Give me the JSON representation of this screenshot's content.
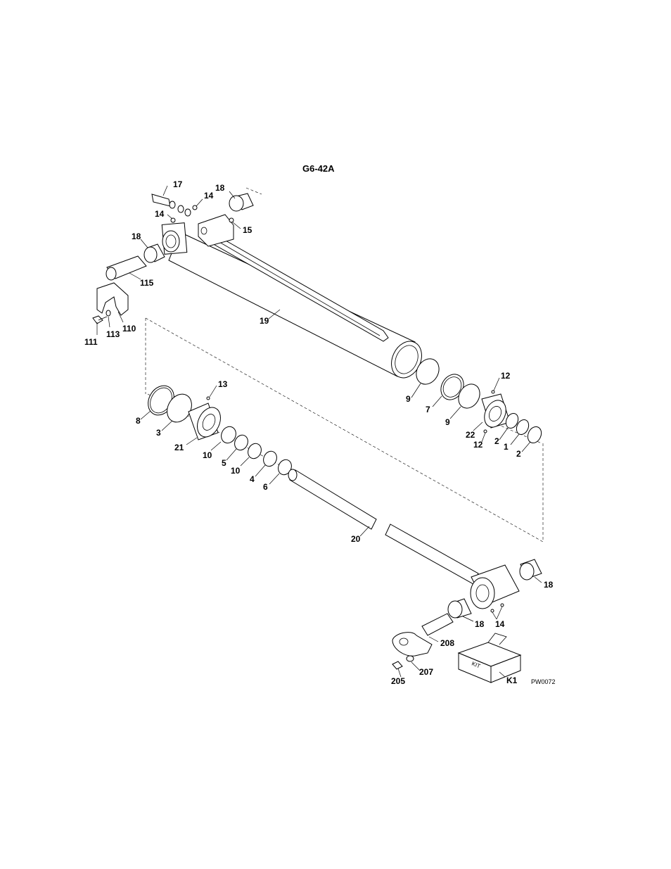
{
  "title": "G6-42A",
  "reference_code": "PW0072",
  "kit_box_text": "KIT",
  "callouts": [
    {
      "id": "c17a",
      "label": "17"
    },
    {
      "id": "c14a",
      "label": "14"
    },
    {
      "id": "c18a",
      "label": "18"
    },
    {
      "id": "c14b",
      "label": "14"
    },
    {
      "id": "c15",
      "label": "15"
    },
    {
      "id": "c18b",
      "label": "18"
    },
    {
      "id": "c115",
      "label": "115"
    },
    {
      "id": "c110",
      "label": "110"
    },
    {
      "id": "c113",
      "label": "113"
    },
    {
      "id": "c111",
      "label": "111"
    },
    {
      "id": "c19",
      "label": "19"
    },
    {
      "id": "c12a",
      "label": "12"
    },
    {
      "id": "c9a",
      "label": "9"
    },
    {
      "id": "c7",
      "label": "7"
    },
    {
      "id": "c9b",
      "label": "9"
    },
    {
      "id": "c22",
      "label": "22"
    },
    {
      "id": "c12b",
      "label": "12"
    },
    {
      "id": "c2a",
      "label": "2"
    },
    {
      "id": "c1",
      "label": "1"
    },
    {
      "id": "c2b",
      "label": "2"
    },
    {
      "id": "c13",
      "label": "13"
    },
    {
      "id": "c8",
      "label": "8"
    },
    {
      "id": "c3",
      "label": "3"
    },
    {
      "id": "c21",
      "label": "21"
    },
    {
      "id": "c10a",
      "label": "10"
    },
    {
      "id": "c5",
      "label": "5"
    },
    {
      "id": "c10b",
      "label": "10"
    },
    {
      "id": "c4",
      "label": "4"
    },
    {
      "id": "c6",
      "label": "6"
    },
    {
      "id": "c20",
      "label": "20"
    },
    {
      "id": "c18c",
      "label": "18"
    },
    {
      "id": "c18d",
      "label": "18"
    },
    {
      "id": "c14c",
      "label": "14"
    },
    {
      "id": "c208",
      "label": "208"
    },
    {
      "id": "c207",
      "label": "207"
    },
    {
      "id": "c205",
      "label": "205"
    },
    {
      "id": "cK1",
      "label": "K1"
    }
  ]
}
